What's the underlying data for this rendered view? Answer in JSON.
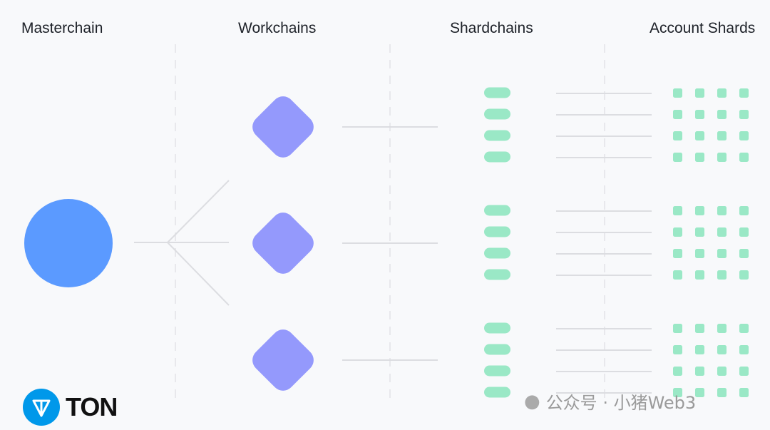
{
  "columns": [
    "Masterchain",
    "Workchains",
    "Shardchains",
    "Account Shards"
  ],
  "structure": {
    "masterchains": 1,
    "workchains": 3,
    "shardchains_per_workchain": 4,
    "account_shards_per_shardchain": 4
  },
  "colors": {
    "masterchain": "#5b9aff",
    "workchain": "#9499fc",
    "shard": "#9ae8c6",
    "line": "#dcdde1",
    "ton": "#0098ea"
  },
  "logo": {
    "text": "TON"
  },
  "watermark": {
    "text": "公众号 · 小猪Web3"
  }
}
